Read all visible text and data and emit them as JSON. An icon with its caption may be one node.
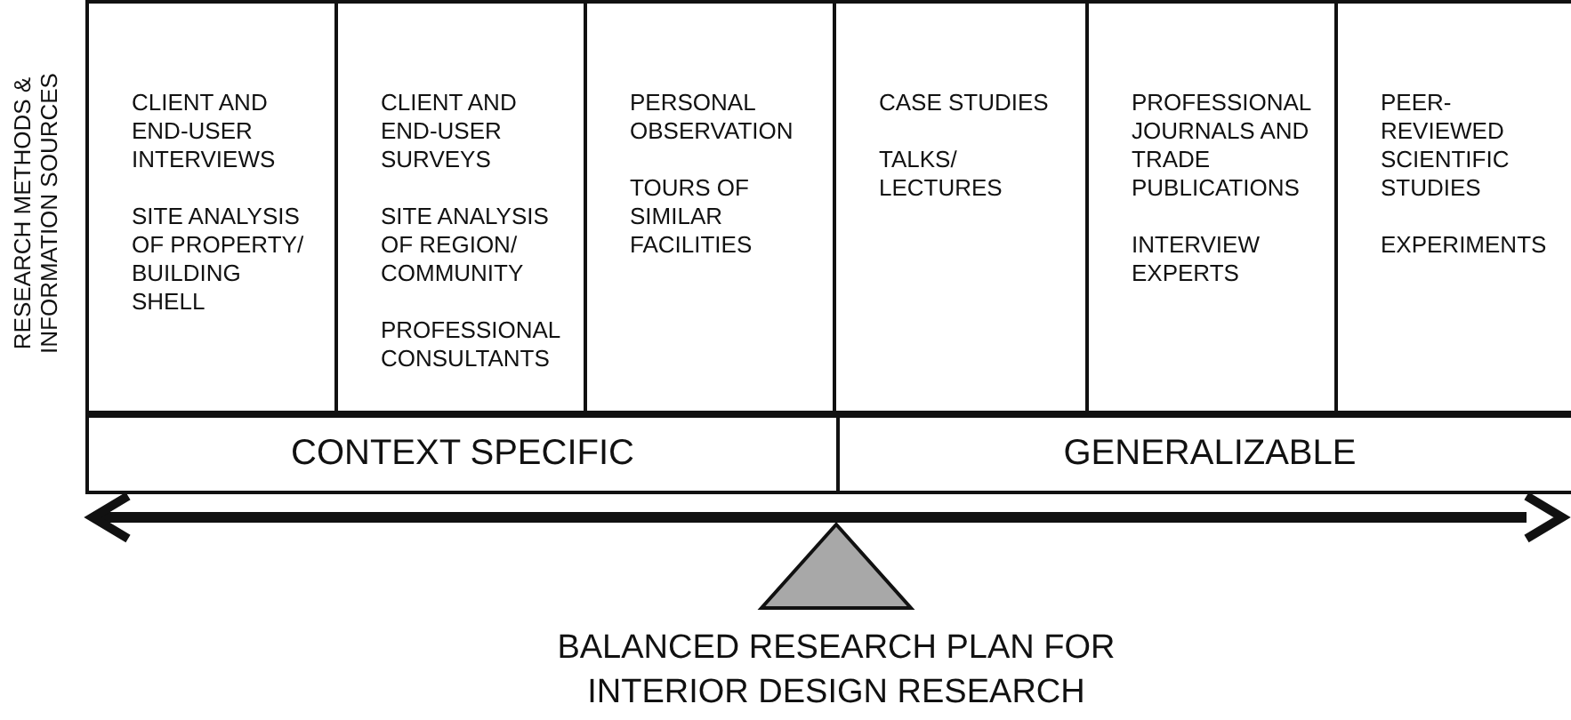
{
  "diagram": {
    "caption": "BALANCED RESEARCH PLAN FOR INTERIOR DESIGN RESEARCH",
    "nodes": [
      {
        "text": [
          "CLIENT AND END-USER INTERVIEWS",
          "SITE ANALYSIS OF PROPERTY/ BUILDING SHELL"
        ]
      },
      {
        "text": [
          "CLIENT AND END-USER SURVEYS",
          "SITE ANALYSIS OF REGION/ COMMUNITY",
          "PROFESSIONAL CONSULTANTS"
        ]
      },
      {
        "text": [
          "PERSONAL OBSERVATION",
          "TOURS OF SIMILAR FACILITIES"
        ]
      },
      {
        "text": [
          "CASE STUDIES",
          "TALKS/ LECTURES"
        ]
      },
      {
        "text": [
          "PROFESSIONAL JOURNALS AND TRADE PUBLICATIONS",
          "INTERVIEW EXPERTS"
        ]
      },
      {
        "text": [
          "PEER-REVIEWED SCIENTIFIC STUDIES",
          "EXPERIMENTS"
        ]
      },
      {
        "text": [
          "CONTEXT SPECIFIC"
        ]
      },
      {
        "text": [
          "GENERALIZABLE"
        ]
      },
      {
        "text": [],
        "shape": "bar"
      },
      {
        "text": [],
        "shape": "triangle"
      }
    ],
    "edges": [],
    "labels": [
      "RESEARCH METHODS & INFORMATION SOURCES"
    ]
  }
}
